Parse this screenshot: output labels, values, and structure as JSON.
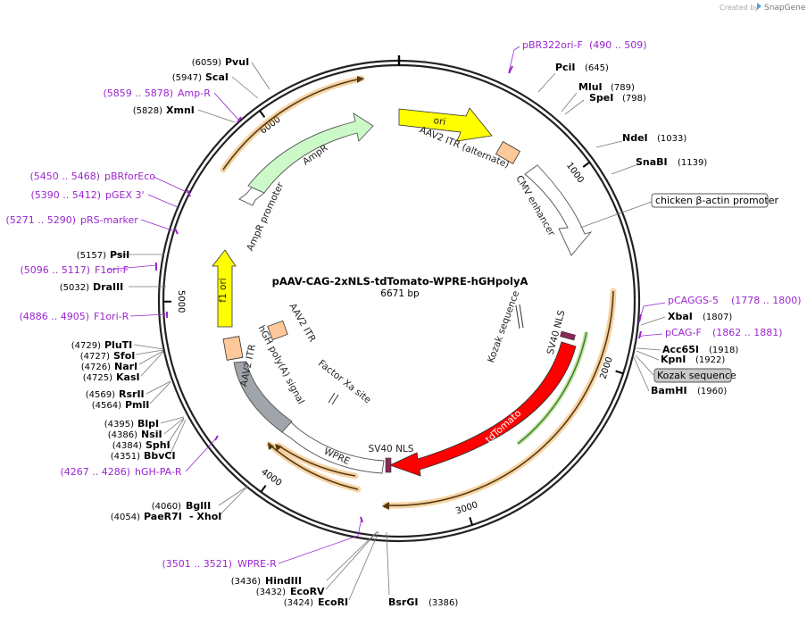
{
  "credit": {
    "prefix": "Created by",
    "brand": "SnapGene"
  },
  "plasmid": {
    "name": "pAAV-CAG-2xNLS-tdTomato-WPRE-hGHpolyA",
    "size": "6671 bp",
    "length": 6671
  },
  "ticks": [
    {
      "label": "1000",
      "pos": 1000
    },
    {
      "label": "2000",
      "pos": 2000
    },
    {
      "label": "3000",
      "pos": 3000
    },
    {
      "label": "4000",
      "pos": 4000
    },
    {
      "label": "5000",
      "pos": 5000
    },
    {
      "label": "6000",
      "pos": 6000
    }
  ],
  "features": [
    {
      "id": "ori",
      "label": "ori",
      "color": "#ffff00",
      "text_color": "#000000"
    },
    {
      "id": "aav2-itr-alt",
      "label": "AAV2 ITR (alternate)",
      "color": "#ffc89a"
    },
    {
      "id": "cmv-enhancer",
      "label": "CMV enhancer",
      "color": "#ffffff"
    },
    {
      "id": "kozak",
      "label": "Kozak sequence"
    },
    {
      "id": "sv40-nls-1",
      "label": "SV40 NLS",
      "color": "#8a2858"
    },
    {
      "id": "tdtomato",
      "label": "tdTomato",
      "color": "#ff0000",
      "text_color": "#ffffff"
    },
    {
      "id": "sv40-nls-2",
      "label": "SV40 NLS",
      "color": "#8a2858"
    },
    {
      "id": "wpre",
      "label": "WPRE",
      "color": "#ffffff"
    },
    {
      "id": "factor-xa",
      "label": "Factor Xa site"
    },
    {
      "id": "hgh-polya",
      "label": "hGH poly(A) signal",
      "color": "#a0a4ab"
    },
    {
      "id": "aav2-itr-2",
      "label": "AAV2 ITR",
      "color": "#ffc89a"
    },
    {
      "id": "aav2-itr-3",
      "label": "AAV2 ITR",
      "color": "#ffc89a"
    },
    {
      "id": "f1-ori",
      "label": "f1 ori",
      "color": "#ffff00"
    },
    {
      "id": "ampr-promoter",
      "label": "AmpR promoter",
      "color": "#ffffff"
    },
    {
      "id": "ampr",
      "label": "AmpR",
      "color": "#ccf9c8"
    }
  ],
  "orange_arcs": [
    {
      "id": "orange-arc-top-left"
    },
    {
      "id": "orange-arc-right"
    },
    {
      "id": "orange-arc-bottom-inner"
    },
    {
      "id": "orange-arc-bottom-outer"
    }
  ],
  "right_labels": [
    {
      "name": "pBR322ori-F",
      "range": "(490 .. 509)",
      "type": "primer"
    },
    {
      "name": "PciI",
      "pos": "(645)",
      "type": "enzyme"
    },
    {
      "name": "MluI",
      "pos": "(789)",
      "type": "enzyme"
    },
    {
      "name": "SpeI",
      "pos": "(798)",
      "type": "enzyme"
    },
    {
      "name": "NdeI",
      "pos": "(1033)",
      "type": "enzyme"
    },
    {
      "name": "SnaBI",
      "pos": "(1139)",
      "type": "enzyme"
    },
    {
      "name": "chicken β-actin promoter",
      "type": "feature-box"
    },
    {
      "name": "pCAGGS-5",
      "range": "(1778 .. 1800)",
      "type": "primer"
    },
    {
      "name": "XbaI",
      "pos": "(1807)",
      "type": "enzyme"
    },
    {
      "name": "pCAG-F",
      "range": "(1862 .. 1881)",
      "type": "primer"
    },
    {
      "name": "Acc65I",
      "pos": "(1918)",
      "type": "enzyme"
    },
    {
      "name": "KpnI",
      "pos": "(1922)",
      "type": "enzyme"
    },
    {
      "name": "Kozak sequence",
      "type": "feature-box-grey"
    },
    {
      "name": "BamHI",
      "pos": "(1960)",
      "type": "enzyme"
    }
  ],
  "left_labels": [
    {
      "name": "PvuI",
      "pos": "(6059)",
      "type": "enzyme"
    },
    {
      "name": "ScaI",
      "pos": "(5947)",
      "type": "enzyme"
    },
    {
      "name": "Amp-R",
      "range": "(5859 .. 5878)",
      "type": "primer"
    },
    {
      "name": "XmnI",
      "pos": "(5828)",
      "type": "enzyme"
    },
    {
      "name": "pBRforEco",
      "range": "(5450 .. 5468)",
      "type": "primer"
    },
    {
      "name": "pGEX 3'",
      "range": "(5390 .. 5412)",
      "type": "primer"
    },
    {
      "name": "pRS-marker",
      "range": "(5271 .. 5290)",
      "type": "primer"
    },
    {
      "name": "PsiI",
      "pos": "(5157)",
      "type": "enzyme"
    },
    {
      "name": "F1ori-F",
      "range": "(5096 .. 5117)",
      "type": "primer"
    },
    {
      "name": "DraIII",
      "pos": "(5032)",
      "type": "enzyme"
    },
    {
      "name": "F1ori-R",
      "range": "(4886 .. 4905)",
      "type": "primer"
    },
    {
      "name": "PluTI",
      "pos": "(4729)",
      "type": "enzyme"
    },
    {
      "name": "SfoI",
      "pos": "(4727)",
      "type": "enzyme"
    },
    {
      "name": "NarI",
      "pos": "(4726)",
      "type": "enzyme"
    },
    {
      "name": "KasI",
      "pos": "(4725)",
      "type": "enzyme"
    },
    {
      "name": "RsrII",
      "pos": "(4569)",
      "type": "enzyme"
    },
    {
      "name": "PmlI",
      "pos": "(4564)",
      "type": "enzyme"
    },
    {
      "name": "BlpI",
      "pos": "(4395)",
      "type": "enzyme"
    },
    {
      "name": "NsiI",
      "pos": "(4386)",
      "type": "enzyme"
    },
    {
      "name": "SphI",
      "pos": "(4384)",
      "type": "enzyme"
    },
    {
      "name": "BbvCI",
      "pos": "(4351)",
      "type": "enzyme"
    },
    {
      "name": "hGH-PA-R",
      "range": "(4267 .. 4286)",
      "type": "primer"
    },
    {
      "name": "BglII",
      "pos": "(4060)",
      "type": "enzyme"
    },
    {
      "name": "PaeR7I",
      "pos": "(4054)",
      "type": "enzyme"
    },
    {
      "name": "- XhoI",
      "type": "enzyme"
    }
  ],
  "bottom_labels": [
    {
      "name": "WPRE-R",
      "range": "(3501 .. 3521)",
      "type": "primer"
    },
    {
      "name": "HindIII",
      "pos": "(3436)",
      "type": "enzyme"
    },
    {
      "name": "EcoRV",
      "pos": "(3432)",
      "type": "enzyme"
    },
    {
      "name": "EcoRI",
      "pos": "(3424)",
      "type": "enzyme"
    },
    {
      "name": "BsrGI",
      "pos": "(3386)",
      "type": "enzyme"
    }
  ],
  "colors": {
    "primer": "#9b26d0",
    "enzyme": "#000000",
    "backbone": "#222222",
    "orange_fill": "#fbe2bd",
    "orange_edge": "#e8a23c"
  }
}
